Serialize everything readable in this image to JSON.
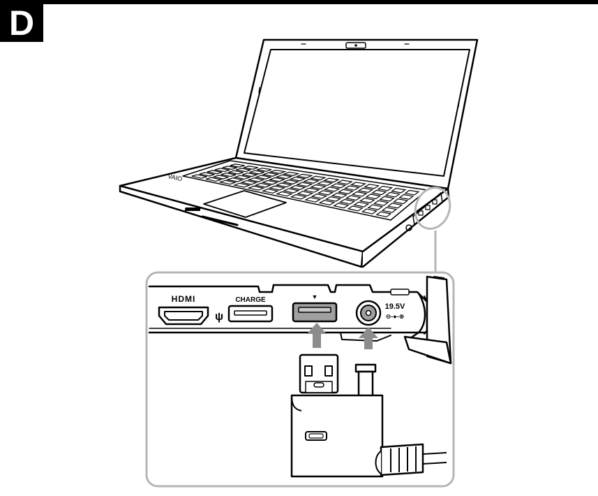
{
  "step_letter": "D",
  "ports": {
    "hdmi_label": "HDMI",
    "usb_symbol": "ψ",
    "charge_label": "CHARGE",
    "usb3_marker": "▼",
    "dc_voltage": "19.5V",
    "dc_polarity": "⊖-●-⊕"
  },
  "adapter": {
    "plug_marker": "▲"
  },
  "colors": {
    "ink": "#000000",
    "arrow": "#8c8c8c",
    "port_fill": "#a0a0a0",
    "callout_outline": "#b5b5b5"
  },
  "icons": [
    "laptop-illustration",
    "hdmi-port-icon",
    "usb-symbol-icon",
    "usb-port-icon",
    "dc-in-port-icon",
    "usb-plug-icon",
    "dc-plug-icon",
    "insert-arrow-icon",
    "adapter-icon",
    "cable-icon"
  ]
}
